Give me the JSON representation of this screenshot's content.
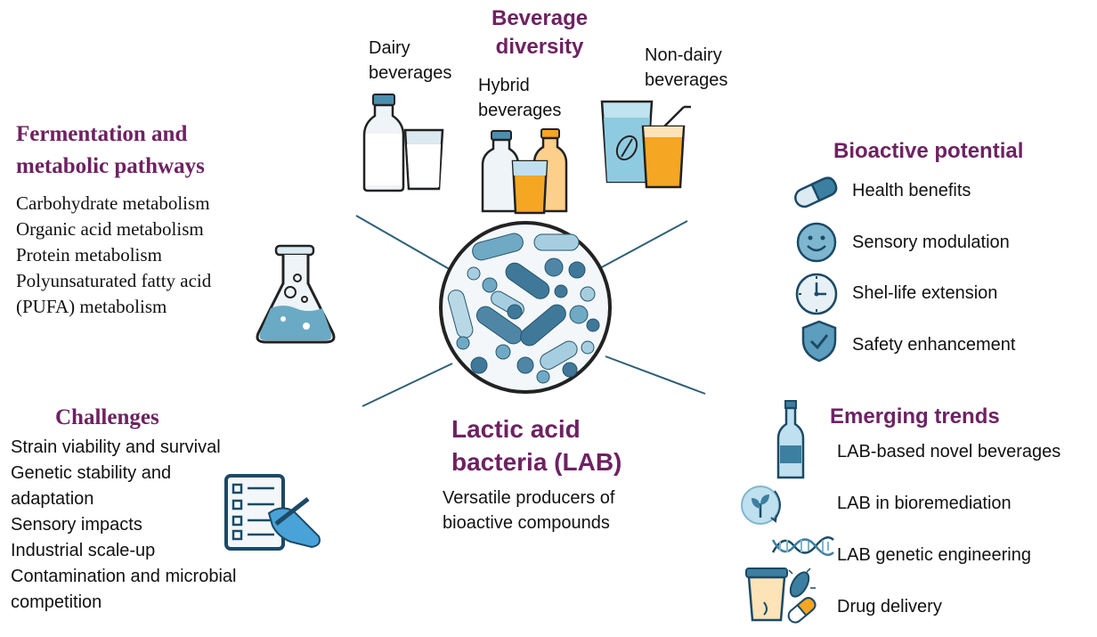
{
  "center": {
    "title_line1": "Lactic acid",
    "title_line2": "bacteria (LAB)",
    "subtitle_line1": "Versatile producers of",
    "subtitle_line2": "bioactive compounds"
  },
  "beverage": {
    "title_line1": "Beverage",
    "title_line2": "diversity",
    "dairy_line1": "Dairy",
    "dairy_line2": "beverages",
    "hybrid_line1": "Hybrid",
    "hybrid_line2": "beverages",
    "nondairy_line1": "Non-dairy",
    "nondairy_line2": "beverages"
  },
  "fermentation": {
    "title_line1": "Fermentation and",
    "title_line2": "metabolic pathways",
    "items": [
      "Carbohydrate metabolism",
      "Organic acid metabolism",
      "Protein metabolism",
      "Polyunsaturated fatty acid",
      "(PUFA) metabolism"
    ]
  },
  "challenges": {
    "title": "Challenges",
    "items": [
      "Strain viability and survival",
      "Genetic stability and",
      "adaptation",
      "Sensory impacts",
      "Industrial scale-up",
      "Contamination and microbial",
      "competition"
    ]
  },
  "bioactive": {
    "title": "Bioactive potential",
    "items": [
      {
        "label": "Health benefits",
        "icon": "capsule-icon"
      },
      {
        "label": "Sensory modulation",
        "icon": "smiley-icon"
      },
      {
        "label": "Shel-life extension",
        "icon": "clock-icon"
      },
      {
        "label": "Safety enhancement",
        "icon": "shield-icon"
      }
    ]
  },
  "emerging": {
    "title": "Emerging trends",
    "items": [
      {
        "label": "LAB-based novel beverages",
        "icon": "bottle-icon"
      },
      {
        "label": "LAB in bioremediation",
        "icon": "plant-cycle-icon"
      },
      {
        "label": "LAB genetic engineering",
        "icon": "dna-icon"
      },
      {
        "label": "Drug delivery",
        "icon": "pill-cup-icon"
      }
    ]
  },
  "colors": {
    "heading": "#6e2262",
    "icon_blue": "#3d7fa0",
    "icon_light": "#d6eaf2",
    "line": "#2e6077",
    "orange": "#f5a623"
  }
}
